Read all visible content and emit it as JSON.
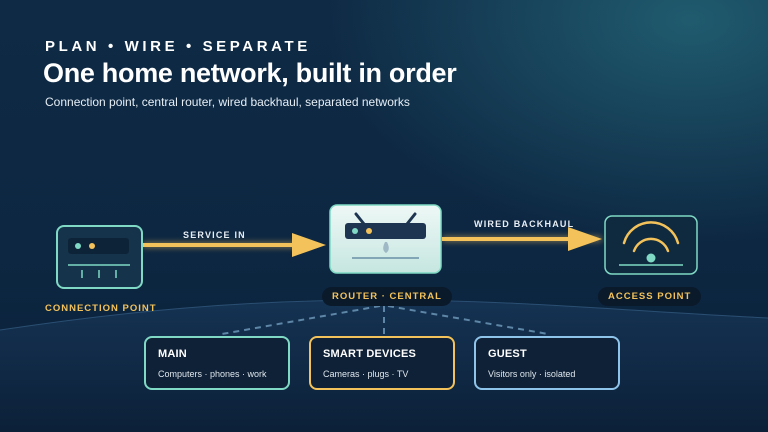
{
  "header": {
    "eyebrow": "PLAN • WIRE • SEPARATE",
    "title": "One home network, built in order",
    "subtitle": "Connection point, central router, wired backhaul, separated networks"
  },
  "nodes": {
    "connection_point": {
      "label": "CONNECTION POINT"
    },
    "router": {
      "label": "ROUTER · CENTRAL"
    },
    "access_point": {
      "label": "ACCESS POINT"
    }
  },
  "links": {
    "service_in": "SERVICE IN",
    "wired_backhaul": "WIRED BACKHAUL"
  },
  "networks": [
    {
      "name": "MAIN",
      "description": "Computers · phones · work",
      "color": "#7fd9c4"
    },
    {
      "name": "SMART DEVICES",
      "description": "Cameras · plugs · TV",
      "color": "#f3c25a"
    },
    {
      "name": "GUEST",
      "description": "Visitors only · isolated",
      "color": "#8fc4ea"
    }
  ],
  "colors": {
    "accent_gold": "#f3c25a",
    "accent_teal": "#7fd9c4",
    "accent_blue": "#8fc4ea",
    "background": "#0d2742"
  }
}
